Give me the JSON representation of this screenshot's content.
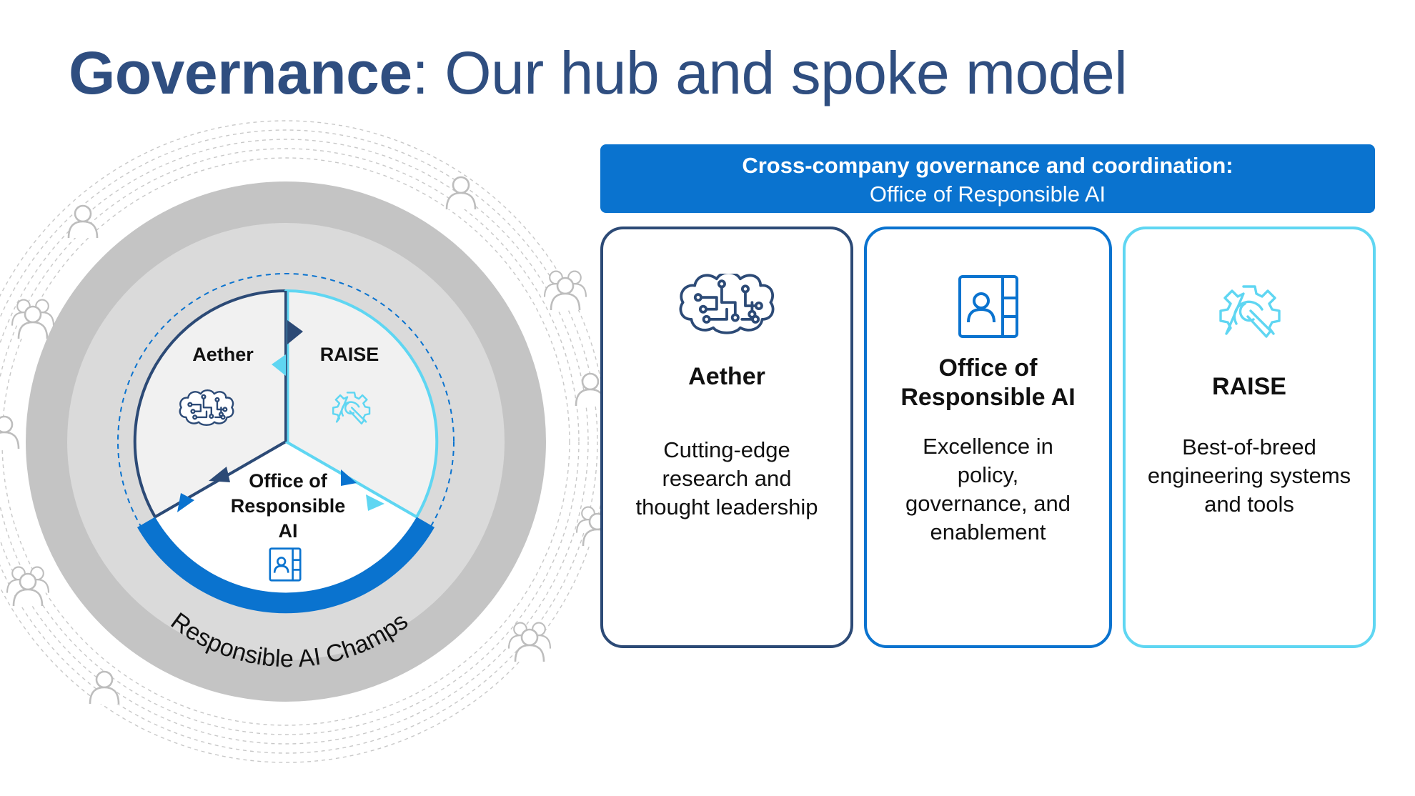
{
  "title": {
    "bold": "Governance",
    "rest": ": Our hub and spoke model"
  },
  "diagram": {
    "outer_ring_label": "Responsible AI Champs",
    "sections": {
      "aether": "Aether",
      "raise": "RAISE",
      "office_line1": "Office of",
      "office_line2": "Responsible",
      "office_line3": "AI"
    },
    "icons": {
      "aether": "brain-circuit-icon",
      "raise": "gear-wrench-icon",
      "office": "contact-card-icon",
      "people": "people-icon"
    }
  },
  "banner": {
    "title": "Cross-company governance and coordination:",
    "subtitle": "Office of Responsible AI"
  },
  "cards": [
    {
      "title": [
        "Aether"
      ],
      "description": [
        "Cutting-edge",
        "research and",
        "thought leadership"
      ],
      "icon": "brain-circuit-icon"
    },
    {
      "title": [
        "Office of",
        "Responsible AI"
      ],
      "description": [
        "Excellence in",
        "policy,",
        "governance, and",
        "enablement"
      ],
      "icon": "contact-card-icon"
    },
    {
      "title": [
        "RAISE"
      ],
      "description": [
        "Best-of-breed",
        "engineering systems",
        "and tools"
      ],
      "icon": "gear-wrench-icon"
    }
  ],
  "colors": {
    "title": "#2f4e80",
    "navy": "#2c4a76",
    "blue": "#0a73cf",
    "cyan": "#5fd6f2",
    "ring_outer": "#c4c4c4",
    "ring_inner": "#dadada",
    "sector_fill": "#f1f1f1"
  }
}
